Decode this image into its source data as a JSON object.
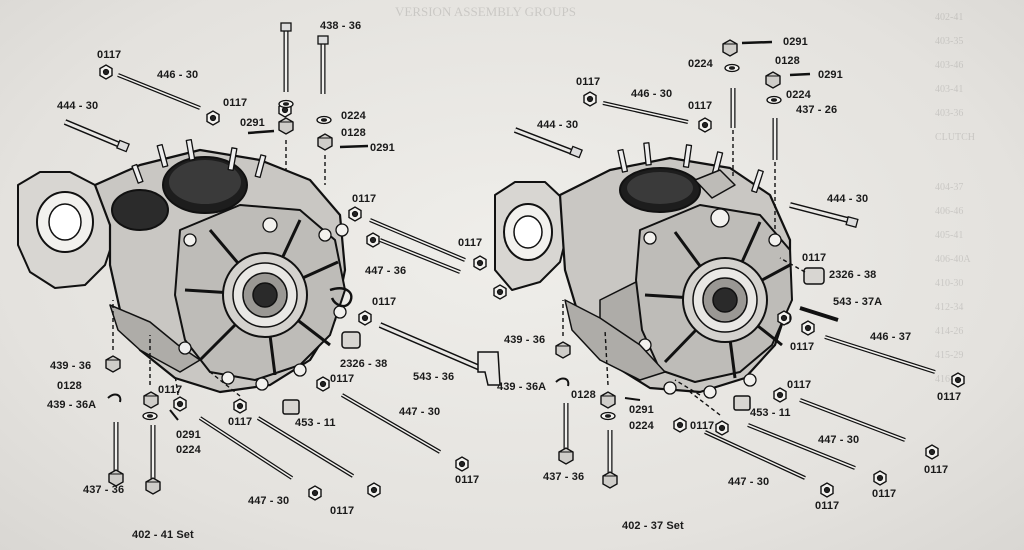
{
  "bleed_text": {
    "header": "VERSION ASSEMBLY GROUPS",
    "rows": [
      "402-41",
      "403-35",
      "403-46",
      "403-41",
      "403-36",
      "CLUTCH",
      "404-37",
      "406-46",
      "405-41",
      "406-40A",
      "410-30",
      "412-34",
      "414-26",
      "415-29",
      "416-34"
    ]
  },
  "left_assembly": {
    "set_label": "402 - 41 Set",
    "part_labels": [
      {
        "id": "0117-a",
        "text": "0117"
      },
      {
        "id": "446-30",
        "text": "446 - 30"
      },
      {
        "id": "444-30",
        "text": "444 - 30"
      },
      {
        "id": "0117-b",
        "text": "0117"
      },
      {
        "id": "438-36",
        "text": "438 - 36"
      },
      {
        "id": "0291-a",
        "text": "0291"
      },
      {
        "id": "0224-a",
        "text": "0224"
      },
      {
        "id": "0128-a",
        "text": "0128"
      },
      {
        "id": "0291-b",
        "text": "0291"
      },
      {
        "id": "0117-c",
        "text": "0117"
      },
      {
        "id": "447-36",
        "text": "447 - 36"
      },
      {
        "id": "0117-d",
        "text": "0117"
      },
      {
        "id": "0117-e",
        "text": "0117"
      },
      {
        "id": "2326-38",
        "text": "2326 - 38"
      },
      {
        "id": "0117-f",
        "text": "0117"
      },
      {
        "id": "543-36",
        "text": "543 - 36"
      },
      {
        "id": "439-36",
        "text": "439 - 36"
      },
      {
        "id": "0128-b",
        "text": "0128"
      },
      {
        "id": "0117-g",
        "text": "0117"
      },
      {
        "id": "439-36A",
        "text": "439 - 36A"
      },
      {
        "id": "0291-c",
        "text": "0291"
      },
      {
        "id": "0224-b",
        "text": "0224"
      },
      {
        "id": "0117-h",
        "text": "0117"
      },
      {
        "id": "453-11",
        "text": "453 - 11"
      },
      {
        "id": "447-30-a",
        "text": "447 - 30"
      },
      {
        "id": "437-36",
        "text": "437 - 36"
      },
      {
        "id": "447-30-b",
        "text": "447 - 30"
      },
      {
        "id": "0117-i",
        "text": "0117"
      },
      {
        "id": "0117-j",
        "text": "0117"
      }
    ]
  },
  "right_assembly": {
    "set_label": "402 - 37 Set",
    "part_labels": [
      {
        "id": "0291-a",
        "text": "0291"
      },
      {
        "id": "0224-a",
        "text": "0224"
      },
      {
        "id": "0128-a",
        "text": "0128"
      },
      {
        "id": "0291-b",
        "text": "0291"
      },
      {
        "id": "0117-a",
        "text": "0117"
      },
      {
        "id": "446-30",
        "text": "446 - 30"
      },
      {
        "id": "0224-b",
        "text": "0224"
      },
      {
        "id": "0117-b",
        "text": "0117"
      },
      {
        "id": "437-26",
        "text": "437 - 26"
      },
      {
        "id": "444-30-a",
        "text": "444 - 30"
      },
      {
        "id": "444-30-b",
        "text": "444 - 30"
      },
      {
        "id": "0117-c",
        "text": "0117"
      },
      {
        "id": "2326-38",
        "text": "2326 - 38"
      },
      {
        "id": "543-37A",
        "text": "543 - 37A"
      },
      {
        "id": "439-36",
        "text": "439 - 36"
      },
      {
        "id": "0117-d",
        "text": "0117"
      },
      {
        "id": "446-37",
        "text": "446 - 37"
      },
      {
        "id": "439-36A",
        "text": "439 - 36A"
      },
      {
        "id": "0128-b",
        "text": "0128"
      },
      {
        "id": "0117-e",
        "text": "0117"
      },
      {
        "id": "0117-f",
        "text": "0117"
      },
      {
        "id": "0291-c",
        "text": "0291"
      },
      {
        "id": "453-11",
        "text": "453 - 11"
      },
      {
        "id": "0224-c",
        "text": "0224"
      },
      {
        "id": "0117-g",
        "text": "0117"
      },
      {
        "id": "447-30-a",
        "text": "447 - 30"
      },
      {
        "id": "437-36",
        "text": "437 - 36"
      },
      {
        "id": "0117-h",
        "text": "0117"
      },
      {
        "id": "447-30-b",
        "text": "447 - 30"
      },
      {
        "id": "0117-i",
        "text": "0117"
      },
      {
        "id": "0117-j",
        "text": "0117"
      }
    ]
  },
  "colors": {
    "ink": "#1a1a1a",
    "paper": "#e8e6e2"
  }
}
